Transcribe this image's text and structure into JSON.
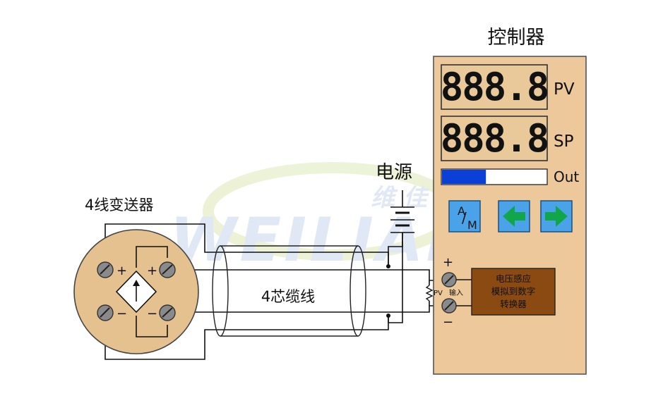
{
  "transmitter": {
    "title": "4线变送器",
    "plus_left": "+",
    "minus_left": "−",
    "plus_right": "+",
    "minus_right": "−"
  },
  "cable": {
    "label": "4芯缆线"
  },
  "power": {
    "label": "电源"
  },
  "controller": {
    "title": "控制器",
    "pv_display": "888.8",
    "pv_label": "PV",
    "sp_display": "888.8",
    "sp_label": "SP",
    "out_label": "Out",
    "out_level": 0.42,
    "am_button": {
      "top": "A",
      "slash": "/",
      "bottom": "M"
    },
    "left_button_icon": "arrow-left-icon",
    "right_button_icon": "arrow-right-icon",
    "terminal_plus": "+",
    "terminal_minus": "−",
    "pv_input_text": "PV",
    "input_text": "输入",
    "converter_lines": [
      "电压感应",
      "模拟到数字",
      "转换器"
    ]
  },
  "watermark": {
    "text": "WEILIAN",
    "cn": "维 佳"
  },
  "colors": {
    "panel": "#ecc89a",
    "panel_border": "#555555",
    "display_bg": "#e9c89a",
    "bar_fill": "#0b40d8",
    "button_blue": "#4aa2e8",
    "arrow_green": "#12a64a",
    "converter": "#8a4a12",
    "wire": "#111111",
    "watermark": "#c9d6ee"
  }
}
